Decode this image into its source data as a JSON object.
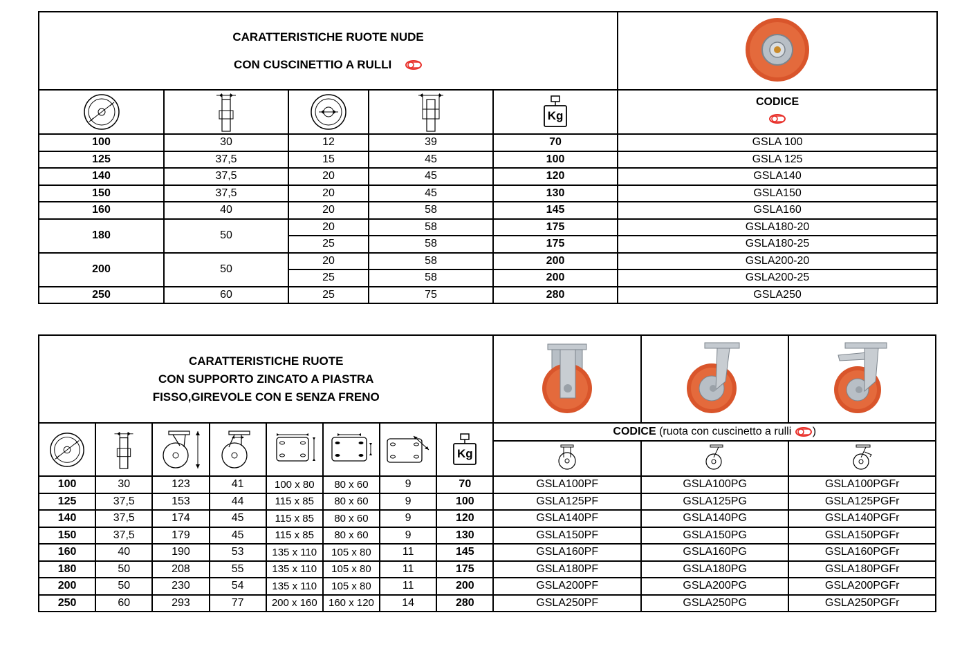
{
  "table1": {
    "title_line1": "CARATTERISTICHE RUOTE NUDE",
    "title_line2": "CON CUSCINETTIO A RULLI",
    "codice_label": "CODICE",
    "rows": [
      {
        "d": "100",
        "w": "30",
        "hub": "12",
        "l": "39",
        "kg": "70",
        "code": "GSLA 100"
      },
      {
        "d": "125",
        "w": "37,5",
        "hub": "15",
        "l": "45",
        "kg": "100",
        "code": "GSLA 125"
      },
      {
        "d": "140",
        "w": "37,5",
        "hub": "20",
        "l": "45",
        "kg": "120",
        "code": "GSLA140"
      },
      {
        "d": "150",
        "w": "37,5",
        "hub": "20",
        "l": "45",
        "kg": "130",
        "code": "GSLA150"
      },
      {
        "d": "160",
        "w": "40",
        "hub": "20",
        "l": "58",
        "kg": "145",
        "code": "GSLA160"
      },
      {
        "d": "180",
        "w": "50",
        "hub": "20",
        "l": "58",
        "kg": "175",
        "code": "GSLA180-20"
      },
      {
        "hub": "25",
        "l": "58",
        "kg": "175",
        "code": "GSLA180-25"
      },
      {
        "d": "200",
        "w": "50",
        "hub": "20",
        "l": "58",
        "kg": "200",
        "code": "GSLA200-20"
      },
      {
        "hub": "25",
        "l": "58",
        "kg": "200",
        "code": "GSLA200-25"
      },
      {
        "d": "250",
        "w": "60",
        "hub": "25",
        "l": "75",
        "kg": "280",
        "code": "GSLA250"
      }
    ]
  },
  "table2": {
    "title_line1": "CARATTERISTICHE RUOTE",
    "title_line2": "CON SUPPORTO  ZINCATO A PIASTRA",
    "title_line3": "FISSO,GIREVOLE CON E SENZA FRENO",
    "codice_label": "CODICE",
    "codice_note": " (ruota con cuscinetto a rulli ",
    "codice_close": ")",
    "rows": [
      [
        "100",
        "30",
        "123",
        "41",
        "100 x 80",
        "80 x 60",
        "9",
        "70",
        "GSLA100PF",
        "GSLA100PG",
        "GSLA100PGFr"
      ],
      [
        "125",
        "37,5",
        "153",
        "44",
        "115 x 85",
        "80 x 60",
        "9",
        "100",
        "GSLA125PF",
        "GSLA125PG",
        "GSLA125PGFr"
      ],
      [
        "140",
        "37,5",
        "174",
        "45",
        "115 x 85",
        "80 x 60",
        "9",
        "120",
        "GSLA140PF",
        "GSLA140PG",
        "GSLA140PGFr"
      ],
      [
        "150",
        "37,5",
        "179",
        "45",
        "115 x 85",
        "80 x 60",
        "9",
        "130",
        "GSLA150PF",
        "GSLA150PG",
        "GSLA150PGFr"
      ],
      [
        "160",
        "40",
        "190",
        "53",
        "135 x 110",
        "105 x 80",
        "11",
        "145",
        "GSLA160PF",
        "GSLA160PG",
        "GSLA160PGFr"
      ],
      [
        "180",
        "50",
        "208",
        "55",
        "135 x 110",
        "105 x 80",
        "11",
        "175",
        "GSLA180PF",
        "GSLA180PG",
        "GSLA180PGFr"
      ],
      [
        "200",
        "50",
        "230",
        "54",
        "135 x 110",
        "105 x 80",
        "11",
        "200",
        "GSLA200PF",
        "GSLA200PG",
        "GSLA200PGFr"
      ],
      [
        "250",
        "60",
        "293",
        "77",
        "200 x 160",
        "160 x 120",
        "14",
        "280",
        "GSLA250PF",
        "GSLA250PG",
        "GSLA250PGFr"
      ]
    ]
  },
  "icons": {
    "kg_label": "Kg",
    "bearing_color": "#e8302a",
    "wheel_tread_color": "#d9552b"
  }
}
